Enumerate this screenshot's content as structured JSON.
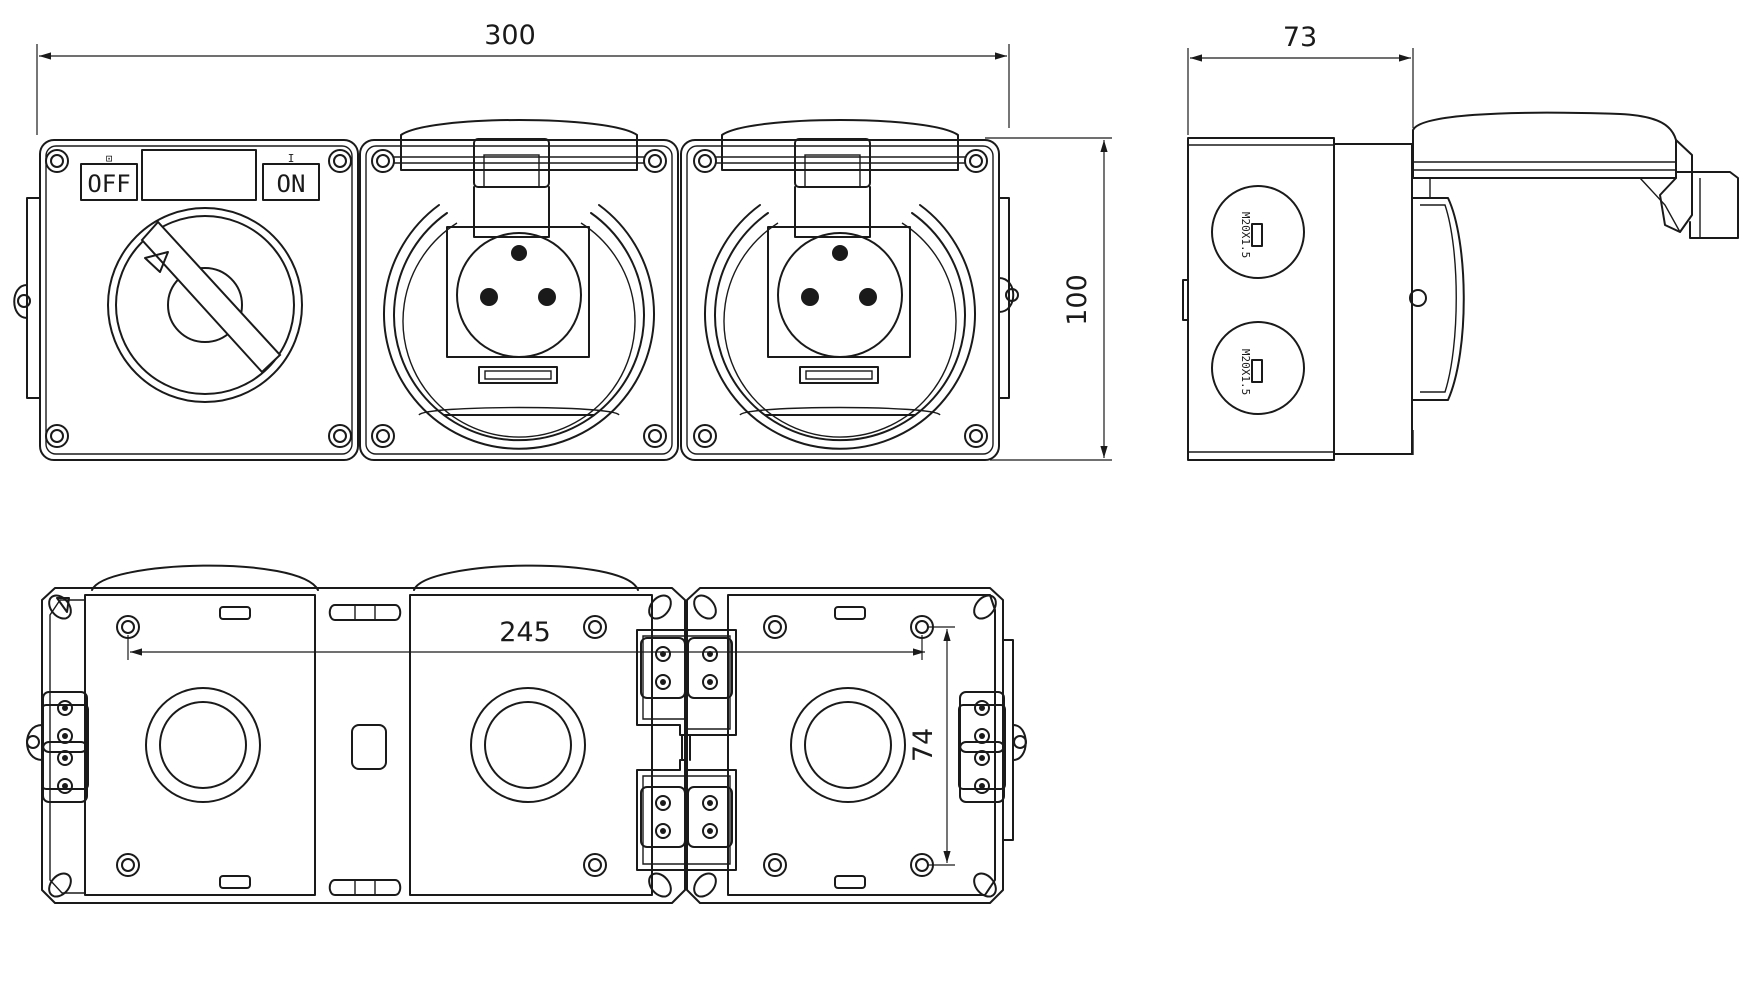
{
  "dimensions": {
    "width_total": "300",
    "depth": "73",
    "height": "100",
    "hole_spacing_horizontal": "245",
    "hole_spacing_vertical": "74"
  },
  "labels": {
    "off": "OFF",
    "on": "ON",
    "off_symbol": "⊡",
    "on_symbol": "I",
    "gland_1": "M20X1.5",
    "gland_2": "M20X1.5"
  },
  "colors": {
    "line": "#1a1a1a",
    "background": "#ffffff"
  }
}
